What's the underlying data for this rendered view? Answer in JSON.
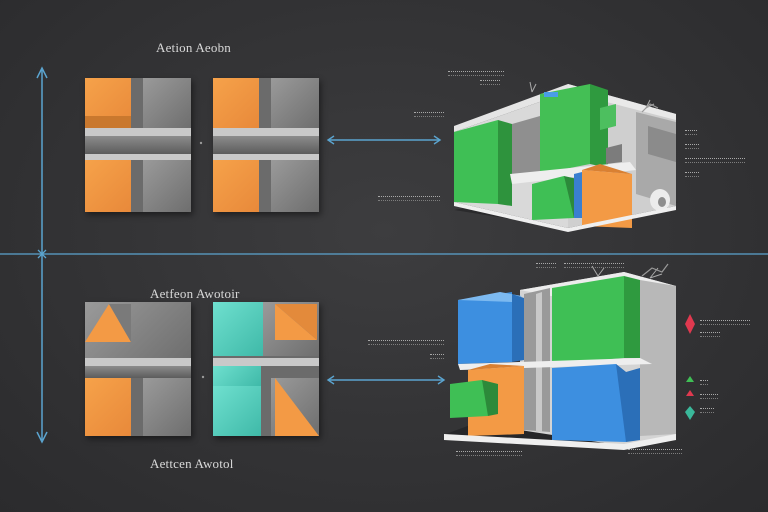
{
  "titles": {
    "top": "Aetion Aeobn",
    "middle": "Aetfeon Awotoir",
    "bottom": "Aettcen Awotol"
  },
  "colors": {
    "axis": "#5ba4cf",
    "orange": "#f39a45",
    "green": "#3fbf55",
    "blue": "#3d8fe0",
    "teal": "#4fd0bf",
    "red": "#e0394f"
  },
  "icons": [
    "vertical-arrow-icon",
    "horizontal-arrow-icon",
    "diamond-marker-icon"
  ]
}
